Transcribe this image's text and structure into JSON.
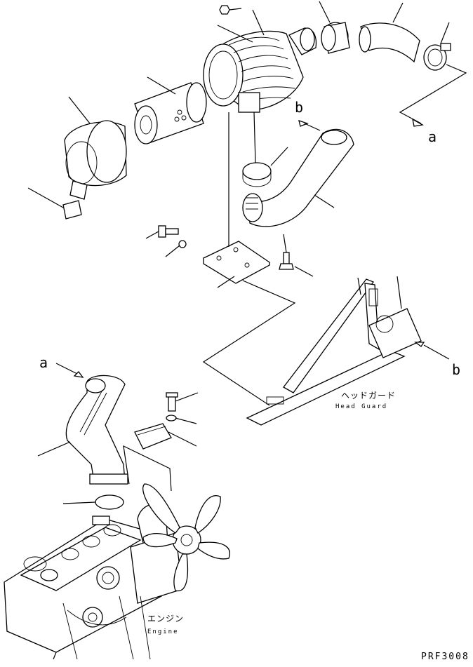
{
  "diagram": {
    "labels": {
      "a_top": "a",
      "b_top": "b",
      "a_bottom": "a",
      "b_right": "b"
    },
    "head_guard": {
      "jp": "ヘッドガード",
      "en": "Head Guard"
    },
    "engine": {
      "jp": "エンジン",
      "en": "Engine"
    },
    "drawing_code": "PRF3008"
  }
}
